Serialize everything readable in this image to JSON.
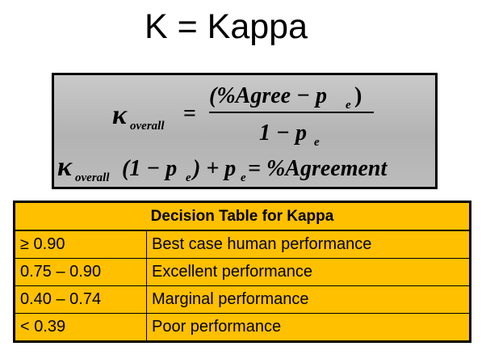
{
  "title": "K = Kappa",
  "formula": {
    "kappa": "κ",
    "subscript_overall": "overall",
    "eq1_numerator": "(%Agree − p",
    "eq1_numerator_sub": "e",
    "eq1_numerator_close": ")",
    "eq1_denominator": "1 − p",
    "eq1_denominator_sub": "e",
    "eq2_part1": "(1 − p",
    "eq2_part1_sub": "e",
    "eq2_part2": ") + p",
    "eq2_part2_sub": "e",
    "eq2_part3": " = %Agreement"
  },
  "table": {
    "header": "Decision Table for Kappa",
    "rows": [
      {
        "range": "≥ 0.90",
        "meaning": "Best case human performance"
      },
      {
        "range": "0.75 – 0.90",
        "meaning": "Excellent performance"
      },
      {
        "range": "0.40 – 0.74",
        "meaning": "Marginal performance"
      },
      {
        "range": "< 0.39",
        "meaning": "Poor performance"
      }
    ]
  },
  "colors": {
    "table_fill": "#ffc000",
    "formula_box_fill": "#bdbdbd"
  }
}
